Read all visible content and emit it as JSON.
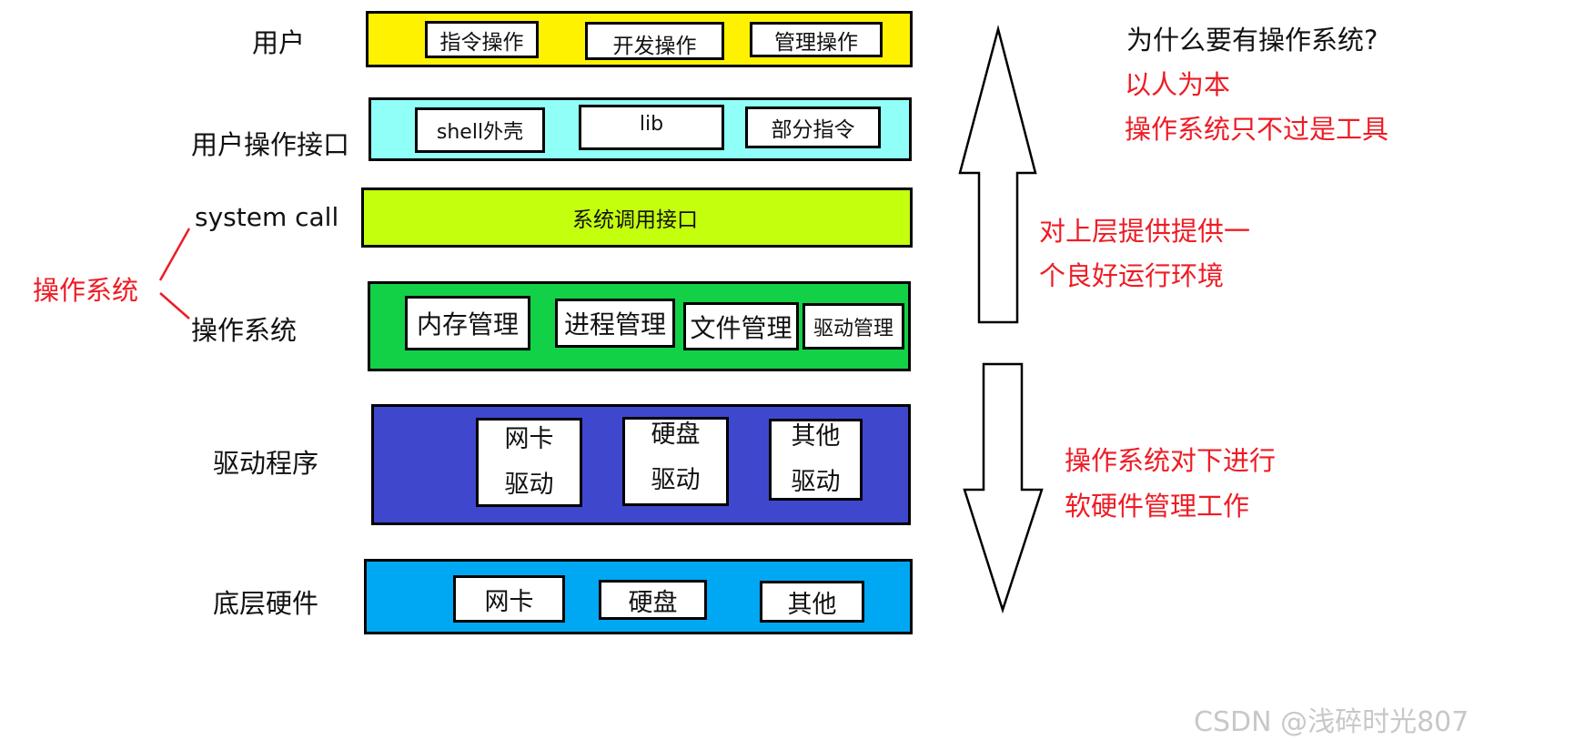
{
  "colors": {
    "user_layer": "#fff200",
    "interface_layer": "#90fff8",
    "syscall_layer": "#c4ff0e",
    "os_layer": "#12d147",
    "driver_layer": "#3f48cc",
    "hardware_layer": "#00a8f3",
    "accent_red": "#ee1c25"
  },
  "left_labels": {
    "user": "用户",
    "user_interface": "用户操作接口",
    "system_call": "system call",
    "os_group": "操作系统",
    "os": "操作系统",
    "drivers": "驱动程序",
    "hardware": "底层硬件"
  },
  "layers": {
    "user": {
      "items": [
        "指令操作",
        "开发操作",
        "管理操作"
      ]
    },
    "user_interface": {
      "items": [
        "shell外壳",
        "lib",
        "部分指令"
      ]
    },
    "syscall": {
      "title": "系统调用接口"
    },
    "os": {
      "items": [
        "内存管理",
        "进程管理",
        "文件管理",
        "驱动管理"
      ]
    },
    "drivers": {
      "items": [
        {
          "line1": "网卡",
          "line2": "驱动"
        },
        {
          "line1": "硬盘",
          "line2": "驱动"
        },
        {
          "line1": "其他",
          "line2": "驱动"
        }
      ]
    },
    "hardware": {
      "items": [
        "网卡",
        "硬盘",
        "其他"
      ]
    }
  },
  "notes": {
    "question": "为什么要有操作系统?",
    "answer_line1": "以人为本",
    "answer_line2": "操作系统只不过是工具",
    "up_line1": "对上层提供提供一",
    "up_line2": "个良好运行环境",
    "down_line1": "操作系统对下进行",
    "down_line2": "软硬件管理工作"
  },
  "watermark": "CSDN @浅碎时光807"
}
